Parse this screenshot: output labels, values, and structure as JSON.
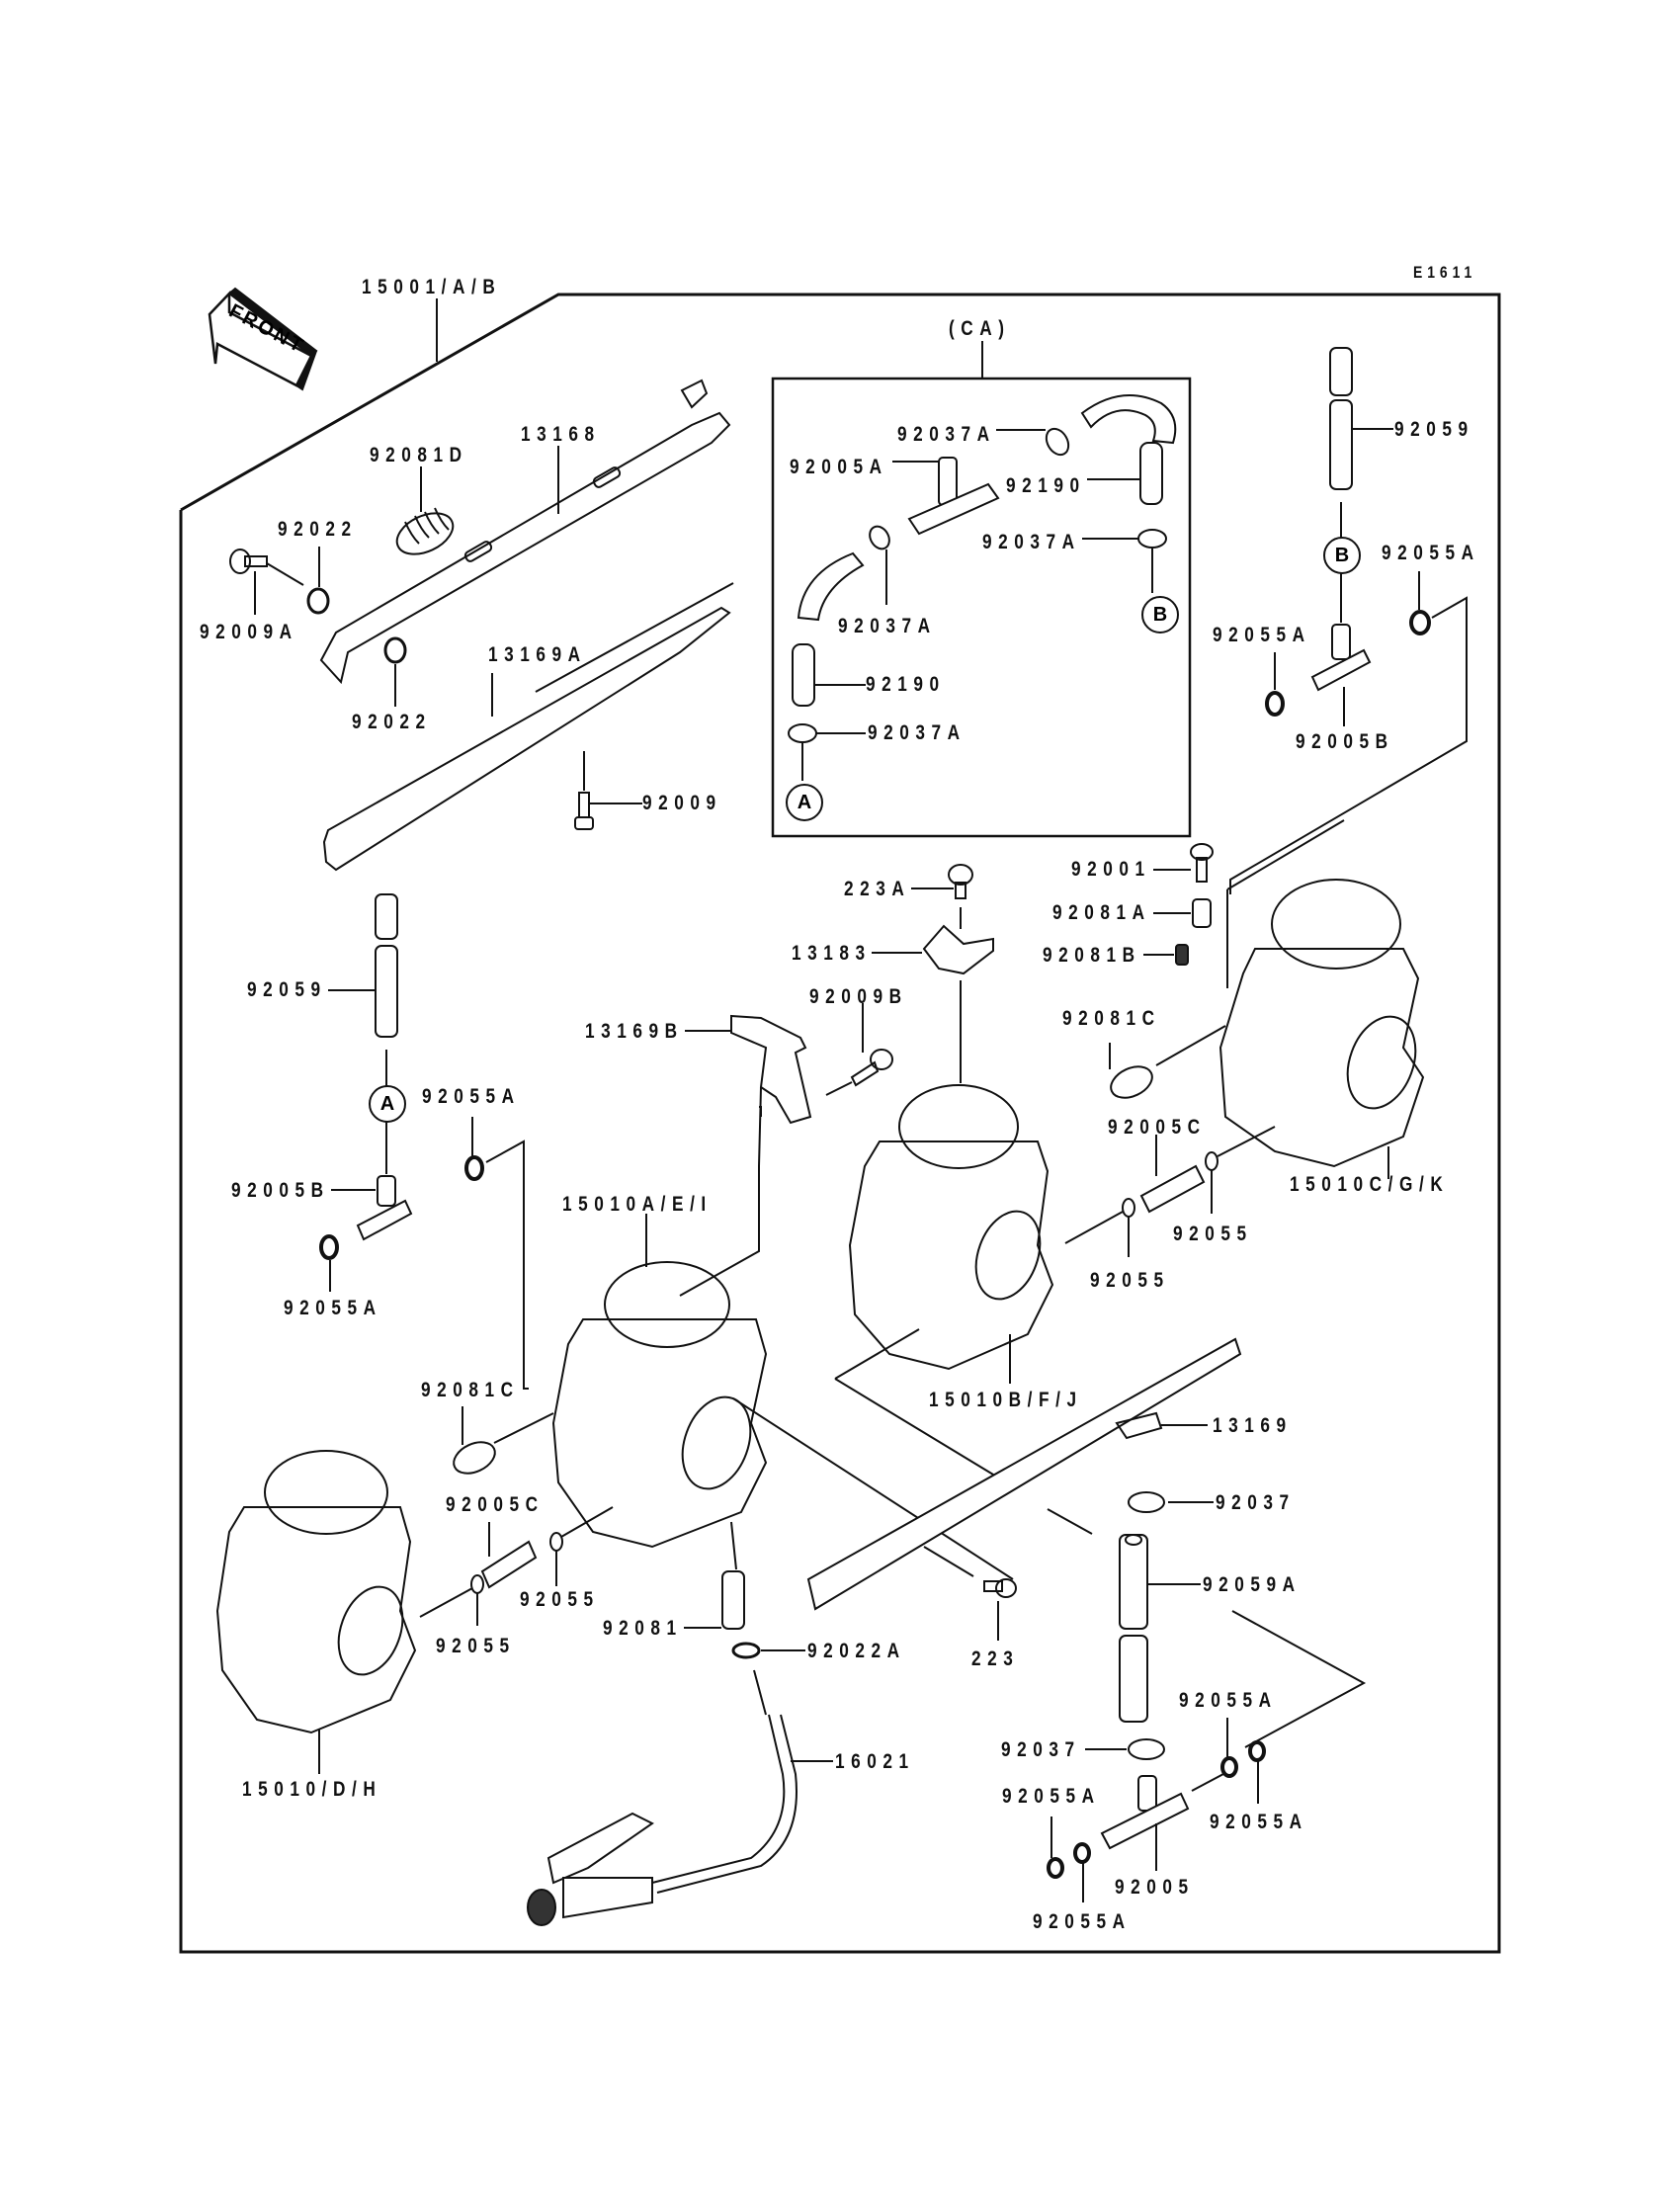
{
  "diagram": {
    "code": "E1611",
    "front_label": "FRONT",
    "assembly_label": "15001/A/B",
    "ca_label": "(CA)",
    "connector_a": "A",
    "connector_b": "B"
  },
  "ca_box": {
    "labels": [
      {
        "id": "ca_92037a_1",
        "text": "92037A"
      },
      {
        "id": "ca_92005a",
        "text": "92005A"
      },
      {
        "id": "ca_92190_1",
        "text": "92190"
      },
      {
        "id": "ca_92037a_2",
        "text": "92037A"
      },
      {
        "id": "ca_92037a_3",
        "text": "92037A"
      },
      {
        "id": "ca_92190_2",
        "text": "92190"
      },
      {
        "id": "ca_92037a_4",
        "text": "92037A"
      }
    ]
  },
  "parts": [
    {
      "id": "p13168",
      "text": "13168"
    },
    {
      "id": "p92081d",
      "text": "92081D"
    },
    {
      "id": "p92022_1",
      "text": "92022"
    },
    {
      "id": "p92009a",
      "text": "92009A"
    },
    {
      "id": "p92022_2",
      "text": "92022"
    },
    {
      "id": "p13169a",
      "text": "13169A"
    },
    {
      "id": "p92009",
      "text": "92009"
    },
    {
      "id": "p92059_r",
      "text": "92059"
    },
    {
      "id": "p92055a_r1",
      "text": "92055A"
    },
    {
      "id": "p92055a_r2",
      "text": "92055A"
    },
    {
      "id": "p92005b_r",
      "text": "92005B"
    },
    {
      "id": "p92001",
      "text": "92001"
    },
    {
      "id": "p92081a",
      "text": "92081A"
    },
    {
      "id": "p92081b",
      "text": "92081B"
    },
    {
      "id": "p92081c_r",
      "text": "92081C"
    },
    {
      "id": "p92005c_r",
      "text": "92005C"
    },
    {
      "id": "p15010cgk",
      "text": "15010C/G/K"
    },
    {
      "id": "p92055_r1",
      "text": "92055"
    },
    {
      "id": "p92055_r2",
      "text": "92055"
    },
    {
      "id": "p223a",
      "text": "223A"
    },
    {
      "id": "p13183",
      "text": "13183"
    },
    {
      "id": "p92009b",
      "text": "92009B"
    },
    {
      "id": "p13169b",
      "text": "13169B"
    },
    {
      "id": "p92059_l",
      "text": "92059"
    },
    {
      "id": "p92055a_l1",
      "text": "92055A"
    },
    {
      "id": "p92005b_l",
      "text": "92005B"
    },
    {
      "id": "p92055a_l2",
      "text": "92055A"
    },
    {
      "id": "p15010aei",
      "text": "15010A/E/I"
    },
    {
      "id": "p15010bfj",
      "text": "15010B/F/J"
    },
    {
      "id": "p92081c_l",
      "text": "92081C"
    },
    {
      "id": "p92005c_l",
      "text": "92005C"
    },
    {
      "id": "p92055_l1",
      "text": "92055"
    },
    {
      "id": "p92055_l2",
      "text": "92055"
    },
    {
      "id": "p13169",
      "text": "13169"
    },
    {
      "id": "p92037_1",
      "text": "92037"
    },
    {
      "id": "p92059a",
      "text": "92059A"
    },
    {
      "id": "p223",
      "text": "223"
    },
    {
      "id": "p92081",
      "text": "92081"
    },
    {
      "id": "p92022a",
      "text": "92022A"
    },
    {
      "id": "p16021",
      "text": "16021"
    },
    {
      "id": "p15010dh",
      "text": "15010/D/H"
    },
    {
      "id": "p92055a_b1",
      "text": "92055A"
    },
    {
      "id": "p92037_2",
      "text": "92037"
    },
    {
      "id": "p92055a_b2",
      "text": "92055A"
    },
    {
      "id": "p92055a_b3",
      "text": "92055A"
    },
    {
      "id": "p92005",
      "text": "92005"
    },
    {
      "id": "p92055a_b4",
      "text": "92055A"
    }
  ]
}
